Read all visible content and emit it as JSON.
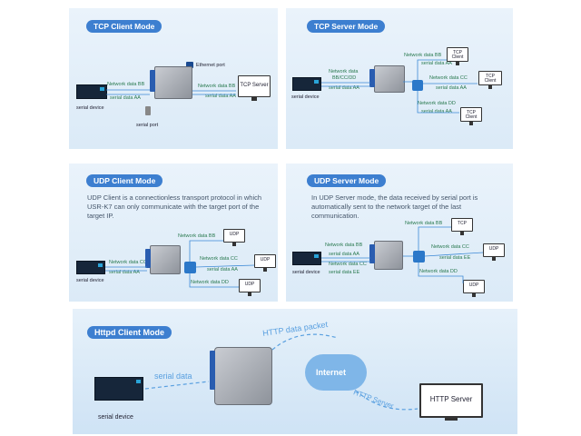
{
  "panels": {
    "tcp_client": {
      "title": "TCP Client Mode",
      "ethernet_port": "Ethernet port",
      "serial_port": "serial port",
      "serial_device": "serial device",
      "nd_bb_left": "Network data BB",
      "sd_aa_left": "serial data AA",
      "nd_bb_right": "Network data BB",
      "sd_aa_right": "serial data AA",
      "server": "TCP Server"
    },
    "tcp_server": {
      "title": "TCP Server Mode",
      "nd_left": "Network data",
      "nd_codes": "BB/CC/DD",
      "sd_aa_left": "serial data AA",
      "serial_device": "serial device",
      "nd_bb": "Network data BB",
      "sd_aa1": "serial data AA",
      "nd_cc": "Network data CC",
      "sd_aa2": "serial data AA",
      "nd_dd": "Network data DD",
      "sd_aa3": "serial data AA",
      "client": "TCP Client"
    },
    "udp_client": {
      "title": "UDP Client Mode",
      "desc": "UDP Client is a connectionless transport protocol in which USR-K7 can only communicate with the target port of the target IP.",
      "nd_cc_left": "Network data CC",
      "sd_aa_left": "serial data AA",
      "serial_device": "serial device",
      "nd_bb": "Network data BB",
      "nd_cc": "Network data CC",
      "sd_aa": "serial data AA",
      "nd_dd": "Network data DD",
      "udp": "UDP"
    },
    "udp_server": {
      "title": "UDP Server Mode",
      "desc": "In UDP Server mode, the data received by serial port is automatically sent to the network target of the last communication.",
      "nd_bb_left": "Network data BB",
      "sd_aa": "serial data AA",
      "nd_cc_left": "Network data CC",
      "sd_ee_left": "serial data EE",
      "serial_device": "serial device",
      "nd_bb": "Network data BB",
      "tcp": "TCP",
      "nd_cc": "Network data CC",
      "sd_ee": "serial data EE",
      "udp": "UDP",
      "nd_dd": "Network data DD"
    },
    "httpd": {
      "title": "Httpd Client Mode",
      "serial_data": "serial data",
      "serial_device": "serial device",
      "http_packet": "HTTP data packet",
      "internet": "Internet",
      "http_server_arrow": "HTTP Server",
      "http_server": "HTTP Server"
    }
  },
  "colors": {
    "pill": "#3d7fd0",
    "panel": "#e2eef9",
    "text_green": "#2a7a50",
    "cloud": "#7fb6e8"
  }
}
